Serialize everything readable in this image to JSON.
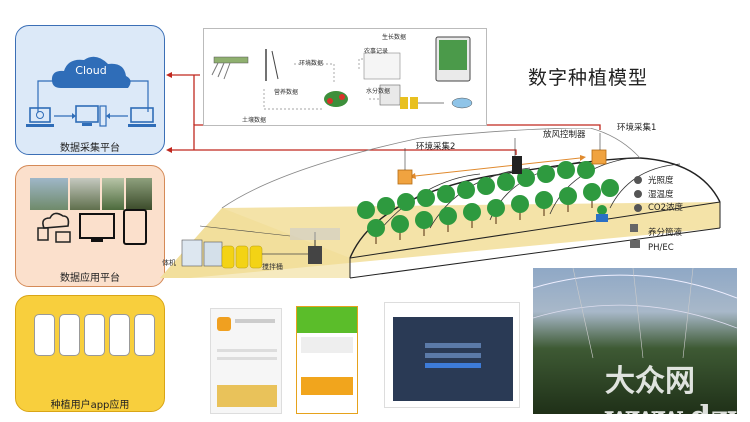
{
  "title": "数字种植模型",
  "platforms": {
    "data_collection": {
      "cloud": "Cloud",
      "label": "数据采集平台"
    },
    "data_application": {
      "label": "数据应用平台"
    },
    "app": {
      "label": "种植用户app应用"
    }
  },
  "top_diagram": {
    "growth_data": "生长数据",
    "env_data": "环境数据",
    "farm_records": "农事记录",
    "nutrition_data": "营养数据",
    "water_data": "水分数据",
    "soil_data": "土壤数据"
  },
  "greenhouse": {
    "env_collect_1": "环境采集1",
    "env_collect_2": "环境采集2",
    "vent_control": "放风控制器",
    "sensors": [
      "光照度",
      "湿温度",
      "CO2浓度"
    ],
    "nutrient": "养分筒液",
    "ph_ec": "PH/EC",
    "mixing_tank": "搅拌桶",
    "integrated_machine": "体机"
  },
  "colors": {
    "blue_panel_bg": "#dce9f8",
    "blue_panel_border": "#3b6fb6",
    "orange_panel_bg": "#fbe0cc",
    "orange_panel_border": "#d58a57",
    "yellow_panel_bg": "#f8cf3d",
    "yellow_panel_border": "#d9a516",
    "arrow_red": "#c0281f",
    "ground": "#f4e3a8",
    "plant_green": "#2e9a3f"
  },
  "watermark": "大众网 www.dzwww.com"
}
